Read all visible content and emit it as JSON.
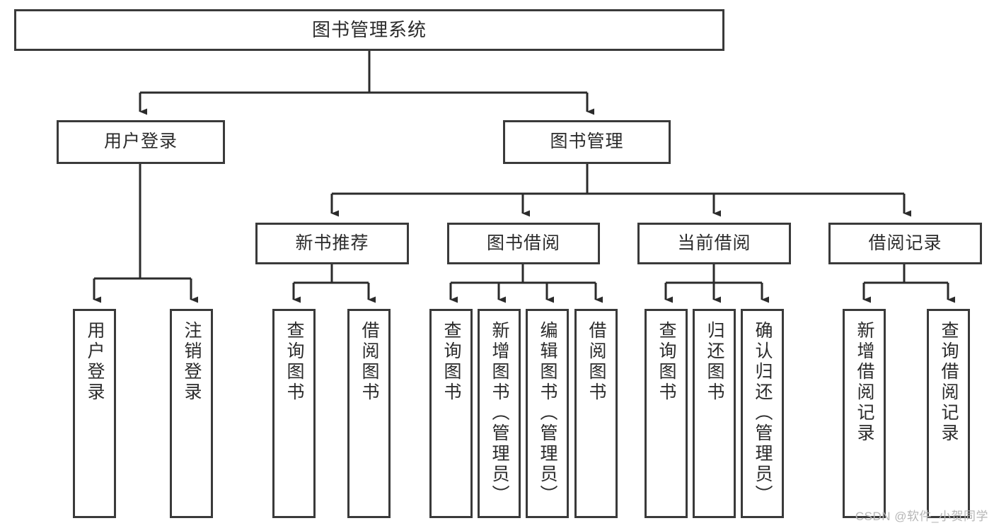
{
  "diagram": {
    "title": "图书管理系统",
    "type": "tree-structure-diagram",
    "colors": {
      "box_border": "#3a3a3a",
      "box_fill": "#ffffff",
      "connector": "#2b2b2b",
      "text": "#2b2b2b",
      "watermark": "#b6b6b6"
    },
    "root": {
      "label": "图书管理系统"
    },
    "level2": [
      {
        "label": "用户登录"
      },
      {
        "label": "图书管理"
      }
    ],
    "level3": [
      {
        "label": "新书推荐"
      },
      {
        "label": "图书借阅"
      },
      {
        "label": "当前借阅"
      },
      {
        "label": "借阅记录"
      }
    ],
    "leaves": {
      "user_login": [
        {
          "label": "用户登录"
        },
        {
          "label": "注销登录"
        }
      ],
      "new_book_recommend": [
        {
          "label": "查询图书"
        },
        {
          "label": "借阅图书"
        }
      ],
      "book_borrow": [
        {
          "label": "查询图书"
        },
        {
          "label": "新增图书（管理员）"
        },
        {
          "label": "编辑图书（管理员）"
        },
        {
          "label": "借阅图书"
        }
      ],
      "current_borrow": [
        {
          "label": "查询图书"
        },
        {
          "label": "归还图书"
        },
        {
          "label": "确认归还（管理员）"
        }
      ],
      "borrow_record": [
        {
          "label": "新增借阅记录"
        },
        {
          "label": "查询借阅记录"
        }
      ]
    }
  },
  "watermark": {
    "text": "CSDN @软件_小贺同学"
  }
}
